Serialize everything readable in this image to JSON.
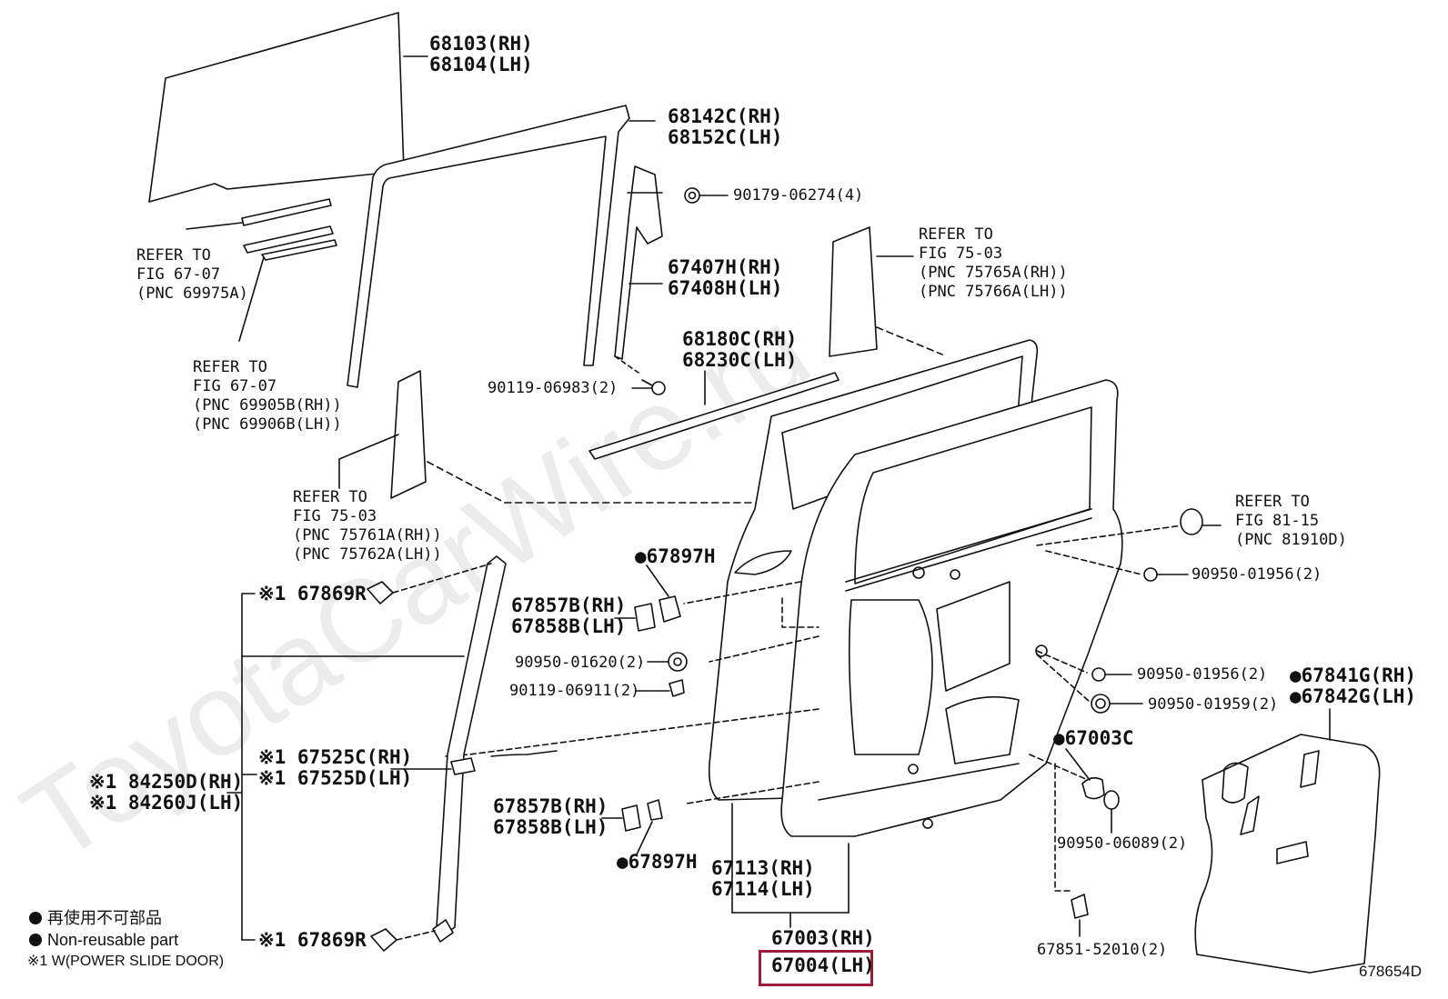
{
  "watermark": "ToyotaCarWire.ru",
  "illustration_code": "678654D",
  "legend": {
    "line1": "再使用不可部品",
    "line2": "Non-reusable part",
    "line3": "※1 W(POWER SLIDE DOOR)"
  },
  "labels": {
    "glass_rh": "68103(RH)",
    "glass_lh": "68104(LH)",
    "run_rh": "68142C(RH)",
    "run_lh": "68152C(LH)",
    "nut_90179": "90179-06274(4)",
    "ref1_a": "REFER TO",
    "ref1_b": "FIG 67-07",
    "ref1_c": "(PNC 69975A)",
    "ref2_a": "REFER TO",
    "ref2_b": "FIG 67-07",
    "ref2_c": "(PNC 69905B(RH))",
    "ref2_d": "(PNC 69906B(LH))",
    "ref3_a": "REFER TO",
    "ref3_b": "FIG 75-03",
    "ref3_c": "(PNC 75765A(RH))",
    "ref3_d": "(PNC 75766A(LH))",
    "channel_rh": "67407H(RH)",
    "channel_lh": "67408H(LH)",
    "weather_rh": "68180C(RH)",
    "weather_lh": "68230C(LH)",
    "bolt_90119a": "90119-06983(2)",
    "ref4_a": "REFER TO",
    "ref4_b": "FIG 75-03",
    "ref4_c": "(PNC 75761A(RH))",
    "ref4_d": "(PNC 75762A(LH))",
    "ref5_a": "REFER TO",
    "ref5_b": "FIG 81-15",
    "ref5_c": "(PNC 81910D)",
    "clip_67897_top": "●67897H",
    "clip_67869_top": "※1 67869R",
    "cover_top_rh": "67857B(RH)",
    "cover_top_lh": "67858B(LH)",
    "plug_90950_a": "90950-01956(2)",
    "plug_90950_01620": "90950-01620(2)",
    "bolt_90119b": "90119-06911(2)",
    "plug_90950_b": "90950-01956(2)",
    "plug_90950_01959": "90950-01959(2)",
    "seal_rh": "●67841G(RH)",
    "seal_lh": "●67842G(LH)",
    "harness_rh": "※1 67525C(RH)",
    "harness_lh": "※1 67525D(LH)",
    "switch_rh": "※1 84250D(RH)",
    "switch_lh": "※1 84260J(LH)",
    "plug_67003c": "●67003C",
    "cover_bot_rh": "67857B(RH)",
    "cover_bot_lh": "67858B(LH)",
    "clip_67897_bot": "●67897H",
    "plug_90950_06089": "90950-06089(2)",
    "stopper_rh": "67113(RH)",
    "stopper_lh": "67114(LH)",
    "clip_67869_bot": "※1 67869R",
    "panel_rh": "67003(RH)",
    "panel_lh": "67004(LH)",
    "clip_67851": "67851-52010(2)"
  },
  "highlight_color": "#9c1b3b"
}
